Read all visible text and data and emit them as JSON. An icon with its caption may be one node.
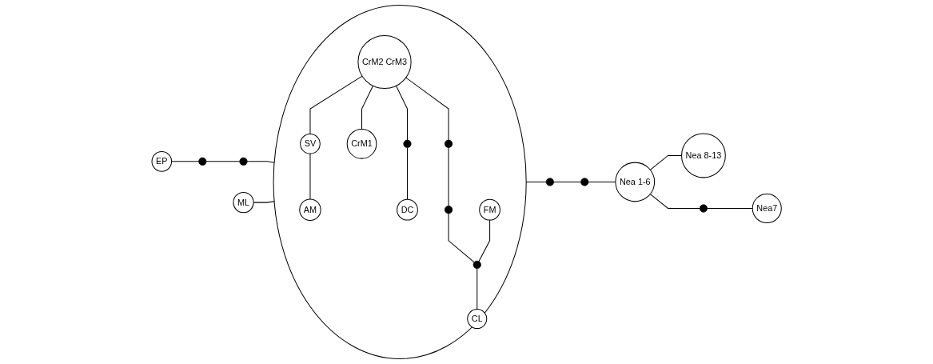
{
  "diagram": {
    "nodes": [
      {
        "text": [],
        "shape": "circle"
      },
      {
        "text": [
          "CrM2 CrM3"
        ],
        "in": 0
      },
      {
        "text": [
          "CrM1"
        ],
        "in": 0
      },
      {
        "text": [
          "SV"
        ],
        "in": 0
      },
      {
        "text": [
          "AM"
        ],
        "in": 0
      },
      {
        "text": [
          "DC"
        ],
        "in": 0
      },
      {
        "text": [
          "FM"
        ],
        "in": 0
      },
      {
        "text": [
          "CL"
        ],
        "in": 0
      },
      {
        "text": [
          "EP"
        ]
      },
      {
        "text": [
          "ML"
        ]
      },
      {
        "text": [
          "Nea 1-6"
        ]
      },
      {
        "text": [
          "Nea 8-13"
        ]
      },
      {
        "text": [
          "Nea7"
        ]
      },
      {
        "text": [],
        "shape": "dot"
      },
      {
        "text": [],
        "shape": "dot"
      },
      {
        "text": [],
        "shape": "dot",
        "in": 0
      },
      {
        "text": [],
        "shape": "dot",
        "in": 0
      },
      {
        "text": [],
        "shape": "dot",
        "in": 0
      },
      {
        "text": [],
        "shape": "dot",
        "in": 0
      },
      {
        "text": [],
        "shape": "dot"
      },
      {
        "text": [],
        "shape": "dot"
      },
      {
        "text": [],
        "shape": "dot"
      }
    ],
    "edges": [
      {
        "from": 8,
        "to": 13,
        "arrow": "none"
      },
      {
        "from": 13,
        "to": 14,
        "arrow": "none"
      },
      {
        "from": 14,
        "to": 0,
        "arrow": "none"
      },
      {
        "from": 9,
        "to": 0,
        "arrow": "none"
      },
      {
        "from": 1,
        "to": 3,
        "arrow": "none"
      },
      {
        "from": 3,
        "to": 4,
        "arrow": "none"
      },
      {
        "from": 1,
        "to": 2,
        "arrow": "none"
      },
      {
        "from": 1,
        "to": 15,
        "arrow": "none"
      },
      {
        "from": 15,
        "to": 5,
        "arrow": "none"
      },
      {
        "from": 1,
        "to": 16,
        "arrow": "none"
      },
      {
        "from": 16,
        "to": 17,
        "arrow": "none"
      },
      {
        "from": 17,
        "to": 18,
        "arrow": "none"
      },
      {
        "from": 6,
        "to": 18,
        "arrow": "none"
      },
      {
        "from": 18,
        "to": 7,
        "arrow": "none"
      },
      {
        "from": 0,
        "to": 19,
        "arrow": "none"
      },
      {
        "from": 19,
        "to": 20,
        "arrow": "none"
      },
      {
        "from": 20,
        "to": 10,
        "arrow": "none"
      },
      {
        "from": 10,
        "to": 11,
        "arrow": "none"
      },
      {
        "from": 10,
        "to": 21,
        "arrow": "none"
      },
      {
        "from": 21,
        "to": 12,
        "arrow": "none"
      }
    ]
  }
}
